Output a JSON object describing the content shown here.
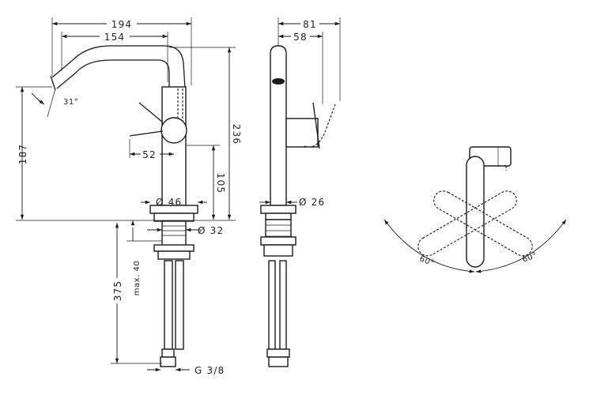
{
  "front_view": {
    "dim_total_reach": "194",
    "dim_spout_reach": "154",
    "dim_spout_angle": "31°",
    "dim_lever_offset": "52",
    "dim_height_spout": "187",
    "dim_height_total": "236",
    "dim_height_lever": "105",
    "dim_body_diameter": "Ø 46",
    "dim_shank_diameter": "Ø 32",
    "dim_max_thickness": "max. 40",
    "dim_hose_length": "375",
    "dim_thread": "G 3/8"
  },
  "side_view": {
    "dim_total_depth": "81",
    "dim_lever_depth": "58",
    "dim_spout_diameter": "Ø 26"
  },
  "top_view": {
    "angle_left": "60°",
    "angle_right": "60°"
  }
}
